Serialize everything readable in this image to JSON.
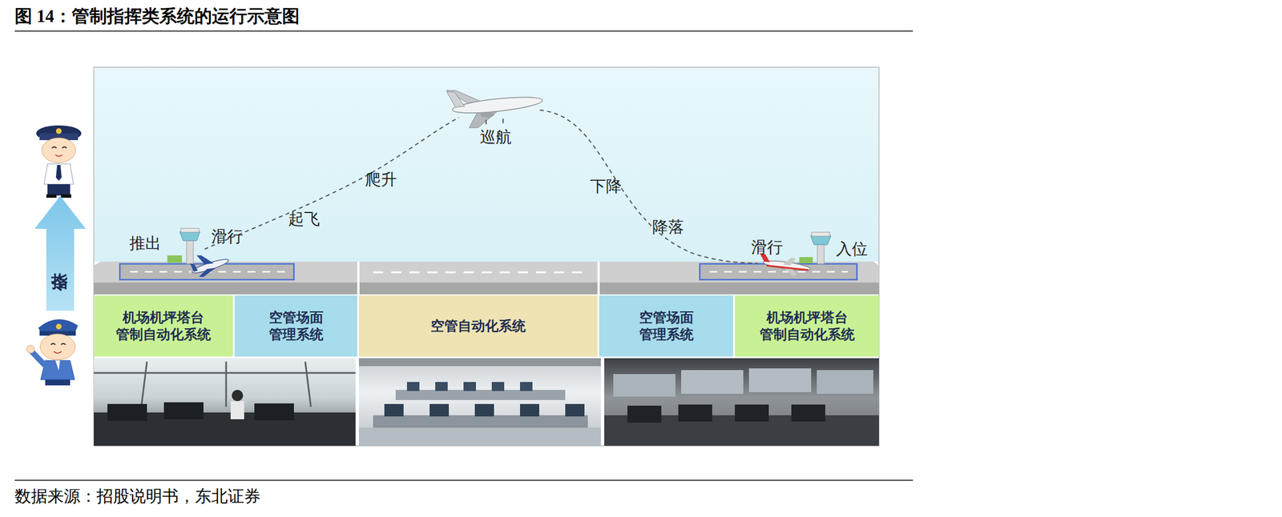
{
  "diagram": {
    "title": "图 14：管制指挥类系统的运行示意图",
    "caption": "数据来源：招股说明书，东北证券",
    "nodes": [
      {
        "text": [
          "指令"
        ]
      },
      {
        "text": [
          "机场机坪塔台 管制自动化系统"
        ]
      },
      {
        "text": [
          "空管场面 管理系统"
        ]
      },
      {
        "text": [
          "空管自动化系统"
        ]
      },
      {
        "text": [
          "空管场面 管理系统"
        ]
      },
      {
        "text": [
          "机场机坪塔台 管制自动化系统"
        ]
      }
    ],
    "labels": [
      "推出",
      "滑行",
      "起飞",
      "爬升",
      "巡航",
      "下降",
      "降落",
      "滑行",
      "入位"
    ]
  }
}
